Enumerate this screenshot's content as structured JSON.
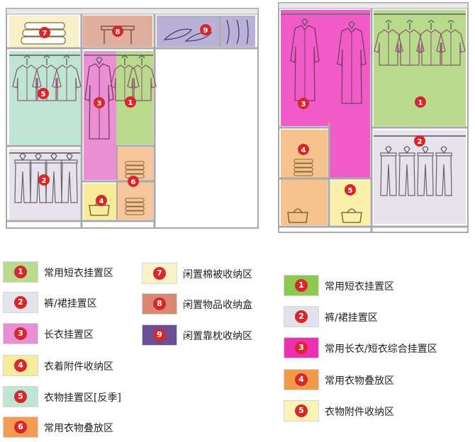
{
  "colors": {
    "zone1": "#b9d98c",
    "zone2": "#e6e3ec",
    "zone3": "#ea8fd4",
    "zone4": "#f8ec9a",
    "zone5": "#bfe6d4",
    "zone6": "#f6c59c",
    "zone7": "#f7f0c8",
    "zone8": "#e0ae9a",
    "zone9": "#b9b2d6",
    "rightZone3": "#f05bc7",
    "rightZone4": "#f6c38f",
    "rightZone5": "#fbf0a9",
    "badge": "#d9262b",
    "frame": "#a9a9a9"
  },
  "badges": {
    "b1": "1",
    "b2": "2",
    "b3": "3",
    "b4": "4",
    "b5": "5",
    "b6": "6",
    "b7": "7",
    "b8": "8",
    "b9": "9"
  },
  "legend": {
    "left": [
      {
        "num": "1",
        "label": "常用短衣挂置区",
        "color": "#b9d98c"
      },
      {
        "num": "2",
        "label": "裤/裙挂置区",
        "color": "#e6e3ec"
      },
      {
        "num": "3",
        "label": "长衣挂置区",
        "color": "#ea8fd4"
      },
      {
        "num": "4",
        "label": "衣着附件收纳区",
        "color": "#f8ec9a"
      },
      {
        "num": "5",
        "label": "衣物挂置区[反季]",
        "color": "#bfe6d4"
      },
      {
        "num": "6",
        "label": "常用衣物叠放区",
        "color": "#f39b52"
      }
    ],
    "middle": [
      {
        "num": "7",
        "label": "闲置棉被收纳区",
        "color": "#fbf2c8"
      },
      {
        "num": "8",
        "label": "闲置物品收纳盒",
        "color": "#d98872"
      },
      {
        "num": "9",
        "label": "闲置靠枕收纳区",
        "color": "#6b4e94"
      }
    ],
    "right": [
      {
        "num": "1",
        "label": "常用短衣挂置区",
        "color": "#8dc94e"
      },
      {
        "num": "2",
        "label": "裤/裙挂置区",
        "color": "#e3e1ec"
      },
      {
        "num": "3",
        "label": "常用长衣/短衣综合挂置区",
        "color": "#ec2fb3"
      },
      {
        "num": "4",
        "label": "常用衣物叠放区",
        "color": "#f09a4a"
      },
      {
        "num": "5",
        "label": "衣物附件收纳区",
        "color": "#fbf3b4"
      }
    ]
  }
}
